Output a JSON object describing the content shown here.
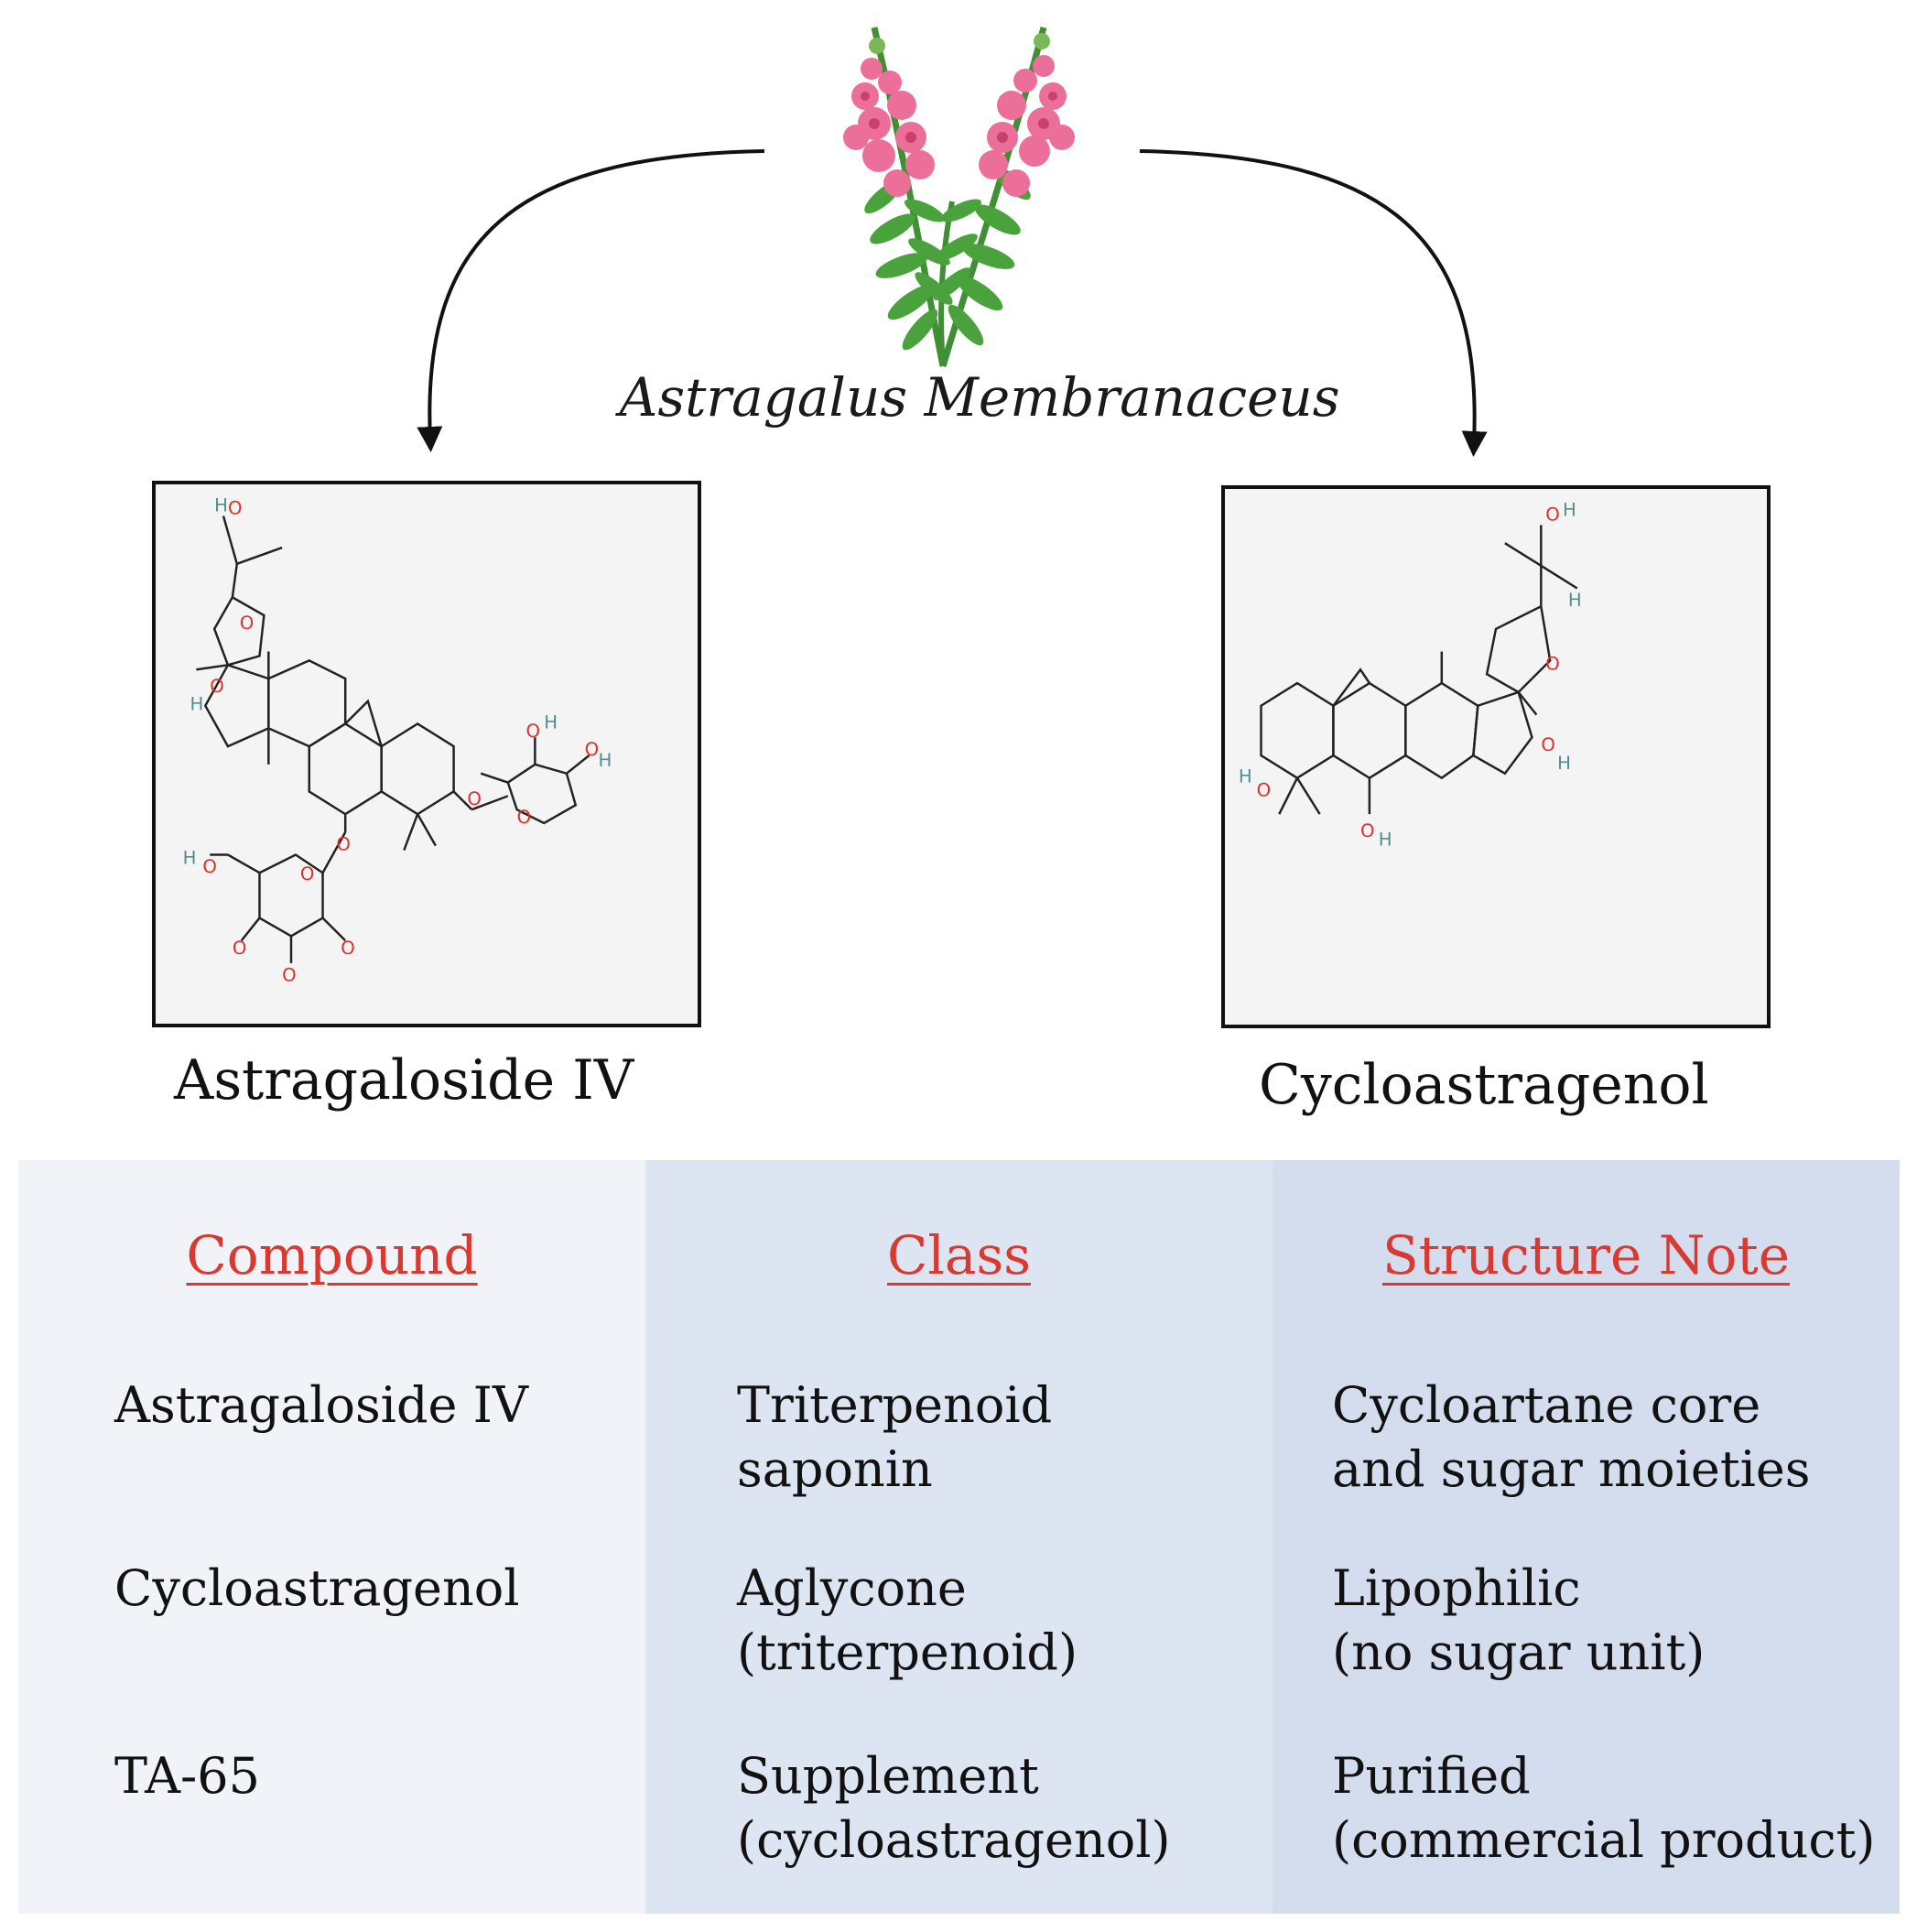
{
  "plant": {
    "name": "Astragalus Membranaceus"
  },
  "compounds": {
    "left": {
      "name": "Astragaloside IV"
    },
    "right": {
      "name": "Cycloastragenol"
    }
  },
  "atom_labels": {
    "hydrogen": "H",
    "oxygen": "O"
  },
  "table": {
    "headers": [
      "Compound",
      "Class",
      "Structure Note"
    ],
    "rows": [
      {
        "compound": "Astragaloside IV",
        "class": "Triterpenoid\nsaponin",
        "note": "Cycloartane core\nand sugar moieties"
      },
      {
        "compound": "Cycloastragenol",
        "class": "Aglycone\n(triterpenoid)",
        "note": "Lipophilic\n(no sugar unit)"
      },
      {
        "compound": "TA-65",
        "class": "Supplement\n(cycloastragenol)",
        "note": "Purified\n(commercial product)"
      }
    ]
  },
  "colors": {
    "header_red": "#d83a32",
    "col1_bg": "#f1f3f9",
    "col2_bg": "#dee5f2",
    "col3_bg": "#d4dded",
    "flower_pink": "#ec6f9a",
    "leaf_green": "#4aa23c",
    "oxygen_red": "#e0302b",
    "hydrogen_teal": "#4f8f8c"
  }
}
